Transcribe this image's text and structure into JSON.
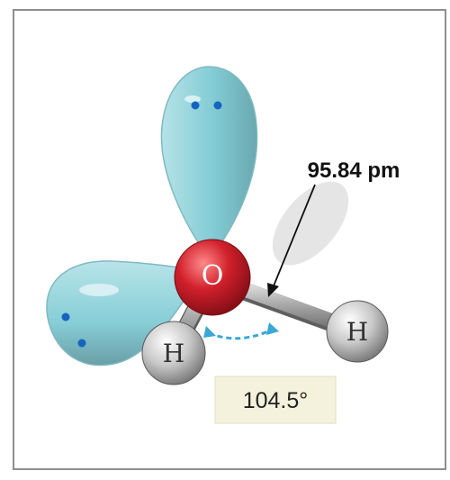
{
  "atoms": {
    "oxygen": "O",
    "hydrogen_left": "H",
    "hydrogen_right": "H"
  },
  "bond_length_label": "95.84 pm",
  "bond_angle_label": "104.5°",
  "colors": {
    "lone_pair_lobe": "#8fd0d8",
    "oxygen": "#c8202e",
    "hydrogen": "#bdbdbd",
    "angle_arc": "#3aa7d6",
    "angle_label_bg": "#f4f2dc",
    "electron_dot": "#1565c0"
  }
}
